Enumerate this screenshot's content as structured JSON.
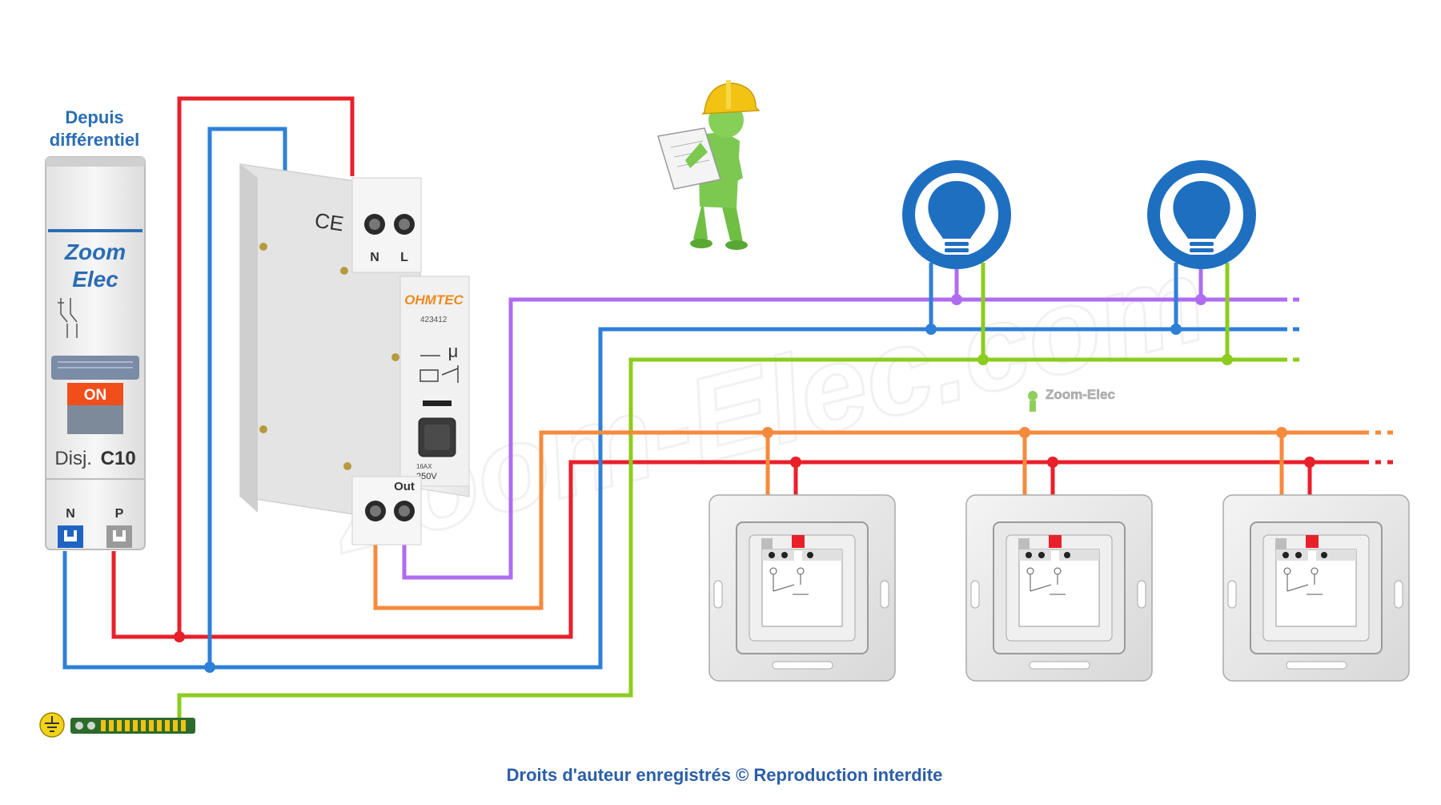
{
  "header": {
    "source_line1": "Depuis",
    "source_line2": "différentiel"
  },
  "breaker": {
    "brand_line1": "Zoom",
    "brand_line2": "Elec",
    "state": "ON",
    "model_prefix": "Disj.",
    "model_rating": "C10",
    "terminal_neutral": "N",
    "terminal_phase": "P"
  },
  "relay": {
    "brand": "OHMTEC",
    "ref": "423412",
    "mark": "CE",
    "terminal_n": "N",
    "terminal_l": "L",
    "rating_current": "16AX",
    "rating_voltage": "250V",
    "terminal_out": "Out",
    "coil_symbol": "μ"
  },
  "watermark": {
    "big": "Zoom-Elec.com",
    "small": "Zoom-Elec"
  },
  "footer": {
    "copyright": "Droits d'auteur enregistrés © Reproduction interdite"
  },
  "colors": {
    "phase": "#e8202a",
    "neutral": "#2e7fd8",
    "earth": "#8ccc1e",
    "return_lamp": "#b06cf0",
    "pushbutton": "#f68a3c",
    "lamp_badge": "#1e6fc0",
    "title_blue": "#2a6db4",
    "footer_blue": "#2a5ea8",
    "on_badge": "#f04e1a"
  }
}
